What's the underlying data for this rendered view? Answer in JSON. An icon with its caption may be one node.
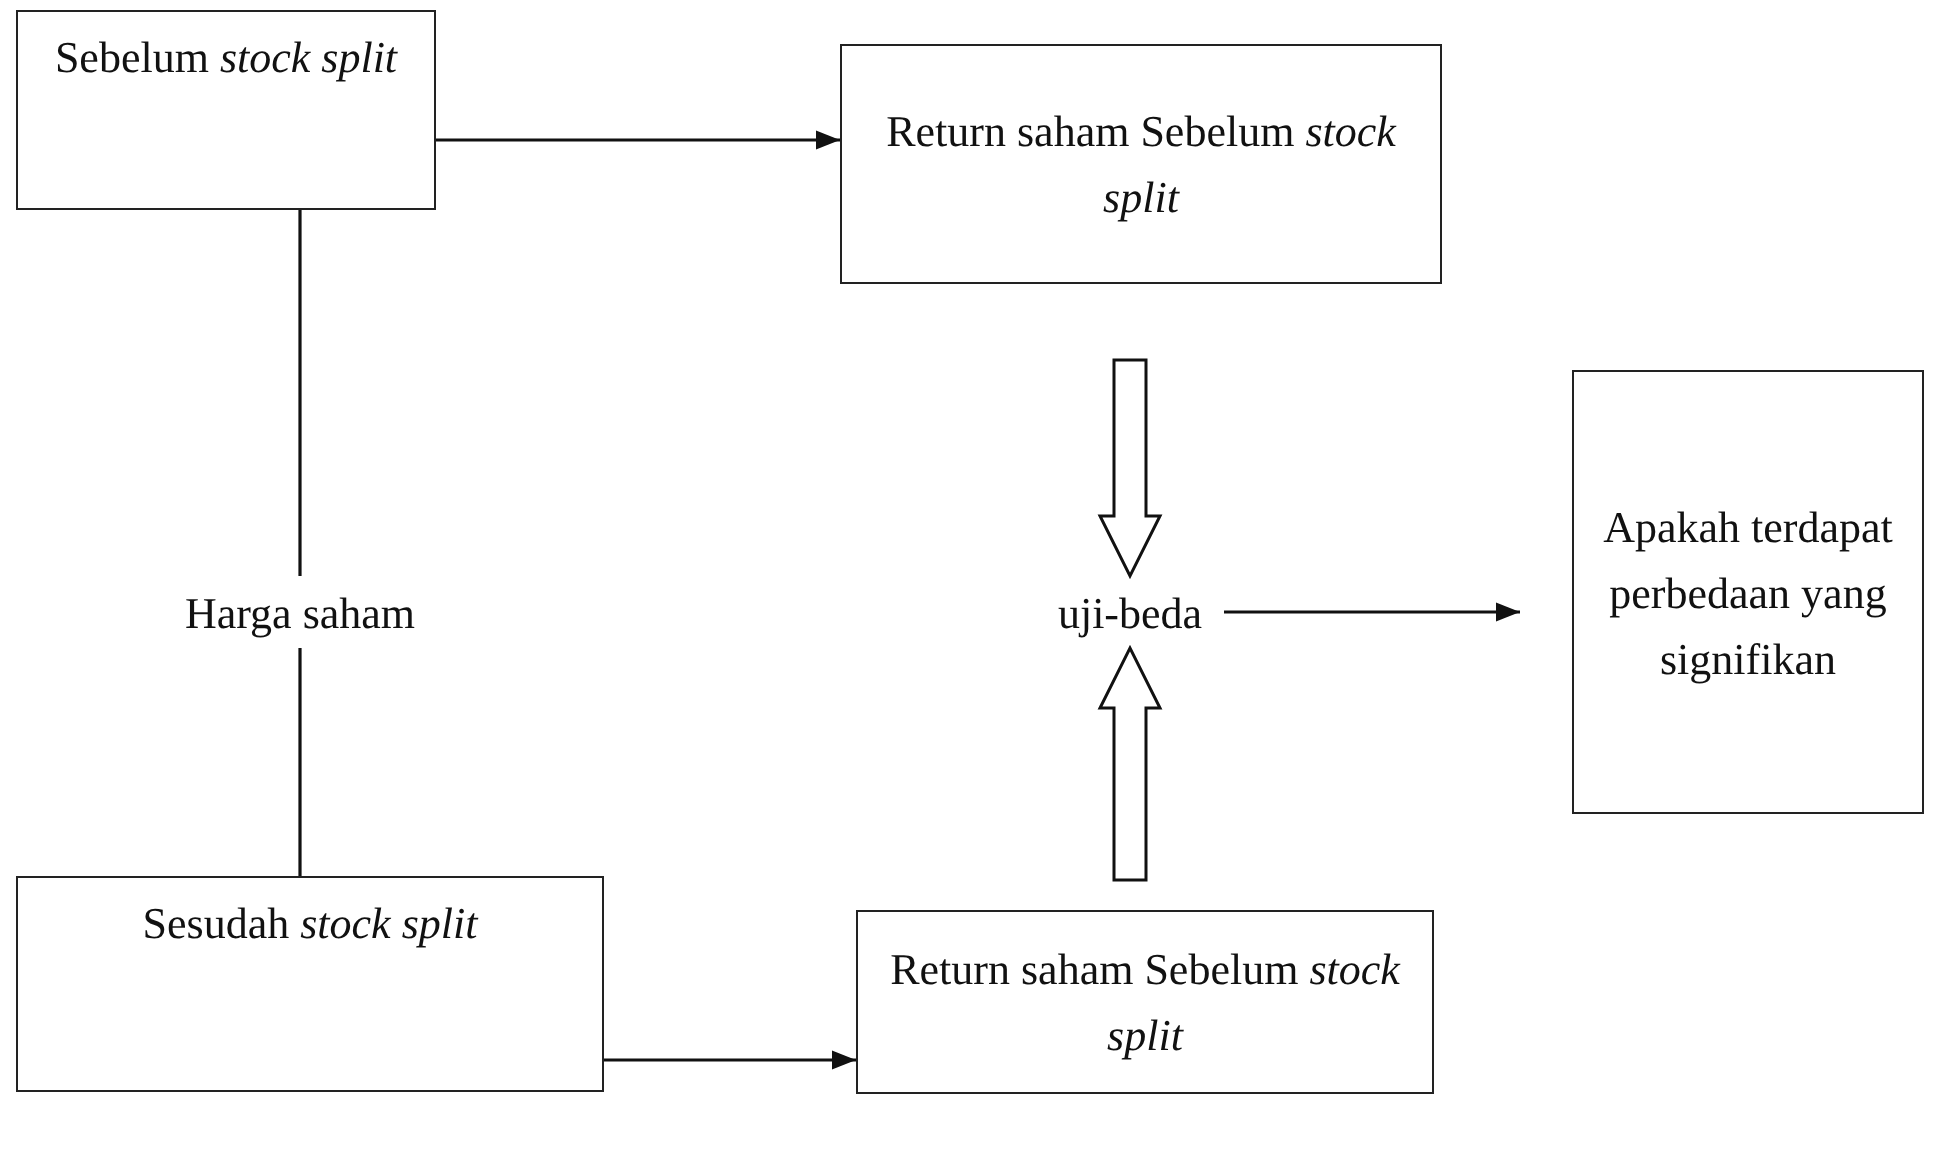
{
  "diagram": {
    "nodes": [
      {
        "text": [
          "Sebelum *stock split*"
        ]
      },
      {
        "text": [
          "Return saham Sebelum *stock split*"
        ]
      },
      {
        "text": [
          "Harga saham"
        ]
      },
      {
        "text": [
          "Sesudah *stock split*"
        ]
      },
      {
        "text": [
          "Return saham Sebelum *stock split*"
        ]
      },
      {
        "text": [
          "uji-beda"
        ]
      },
      {
        "text": [
          "Apakah terdapat perbedaan yang signifikan"
        ]
      }
    ],
    "edges": [
      {
        "from": 0,
        "to": 1,
        "arrow": "to"
      },
      {
        "from": 2,
        "to": 0,
        "arrow": "none"
      },
      {
        "from": 2,
        "to": 3,
        "arrow": "none"
      },
      {
        "from": 3,
        "to": 4,
        "arrow": "to"
      },
      {
        "from": 1,
        "to": 5,
        "arrow": "to",
        "style": "thick"
      },
      {
        "from": 4,
        "to": 5,
        "arrow": "to",
        "style": "thick"
      },
      {
        "from": 5,
        "to": 6,
        "arrow": "to"
      }
    ]
  }
}
